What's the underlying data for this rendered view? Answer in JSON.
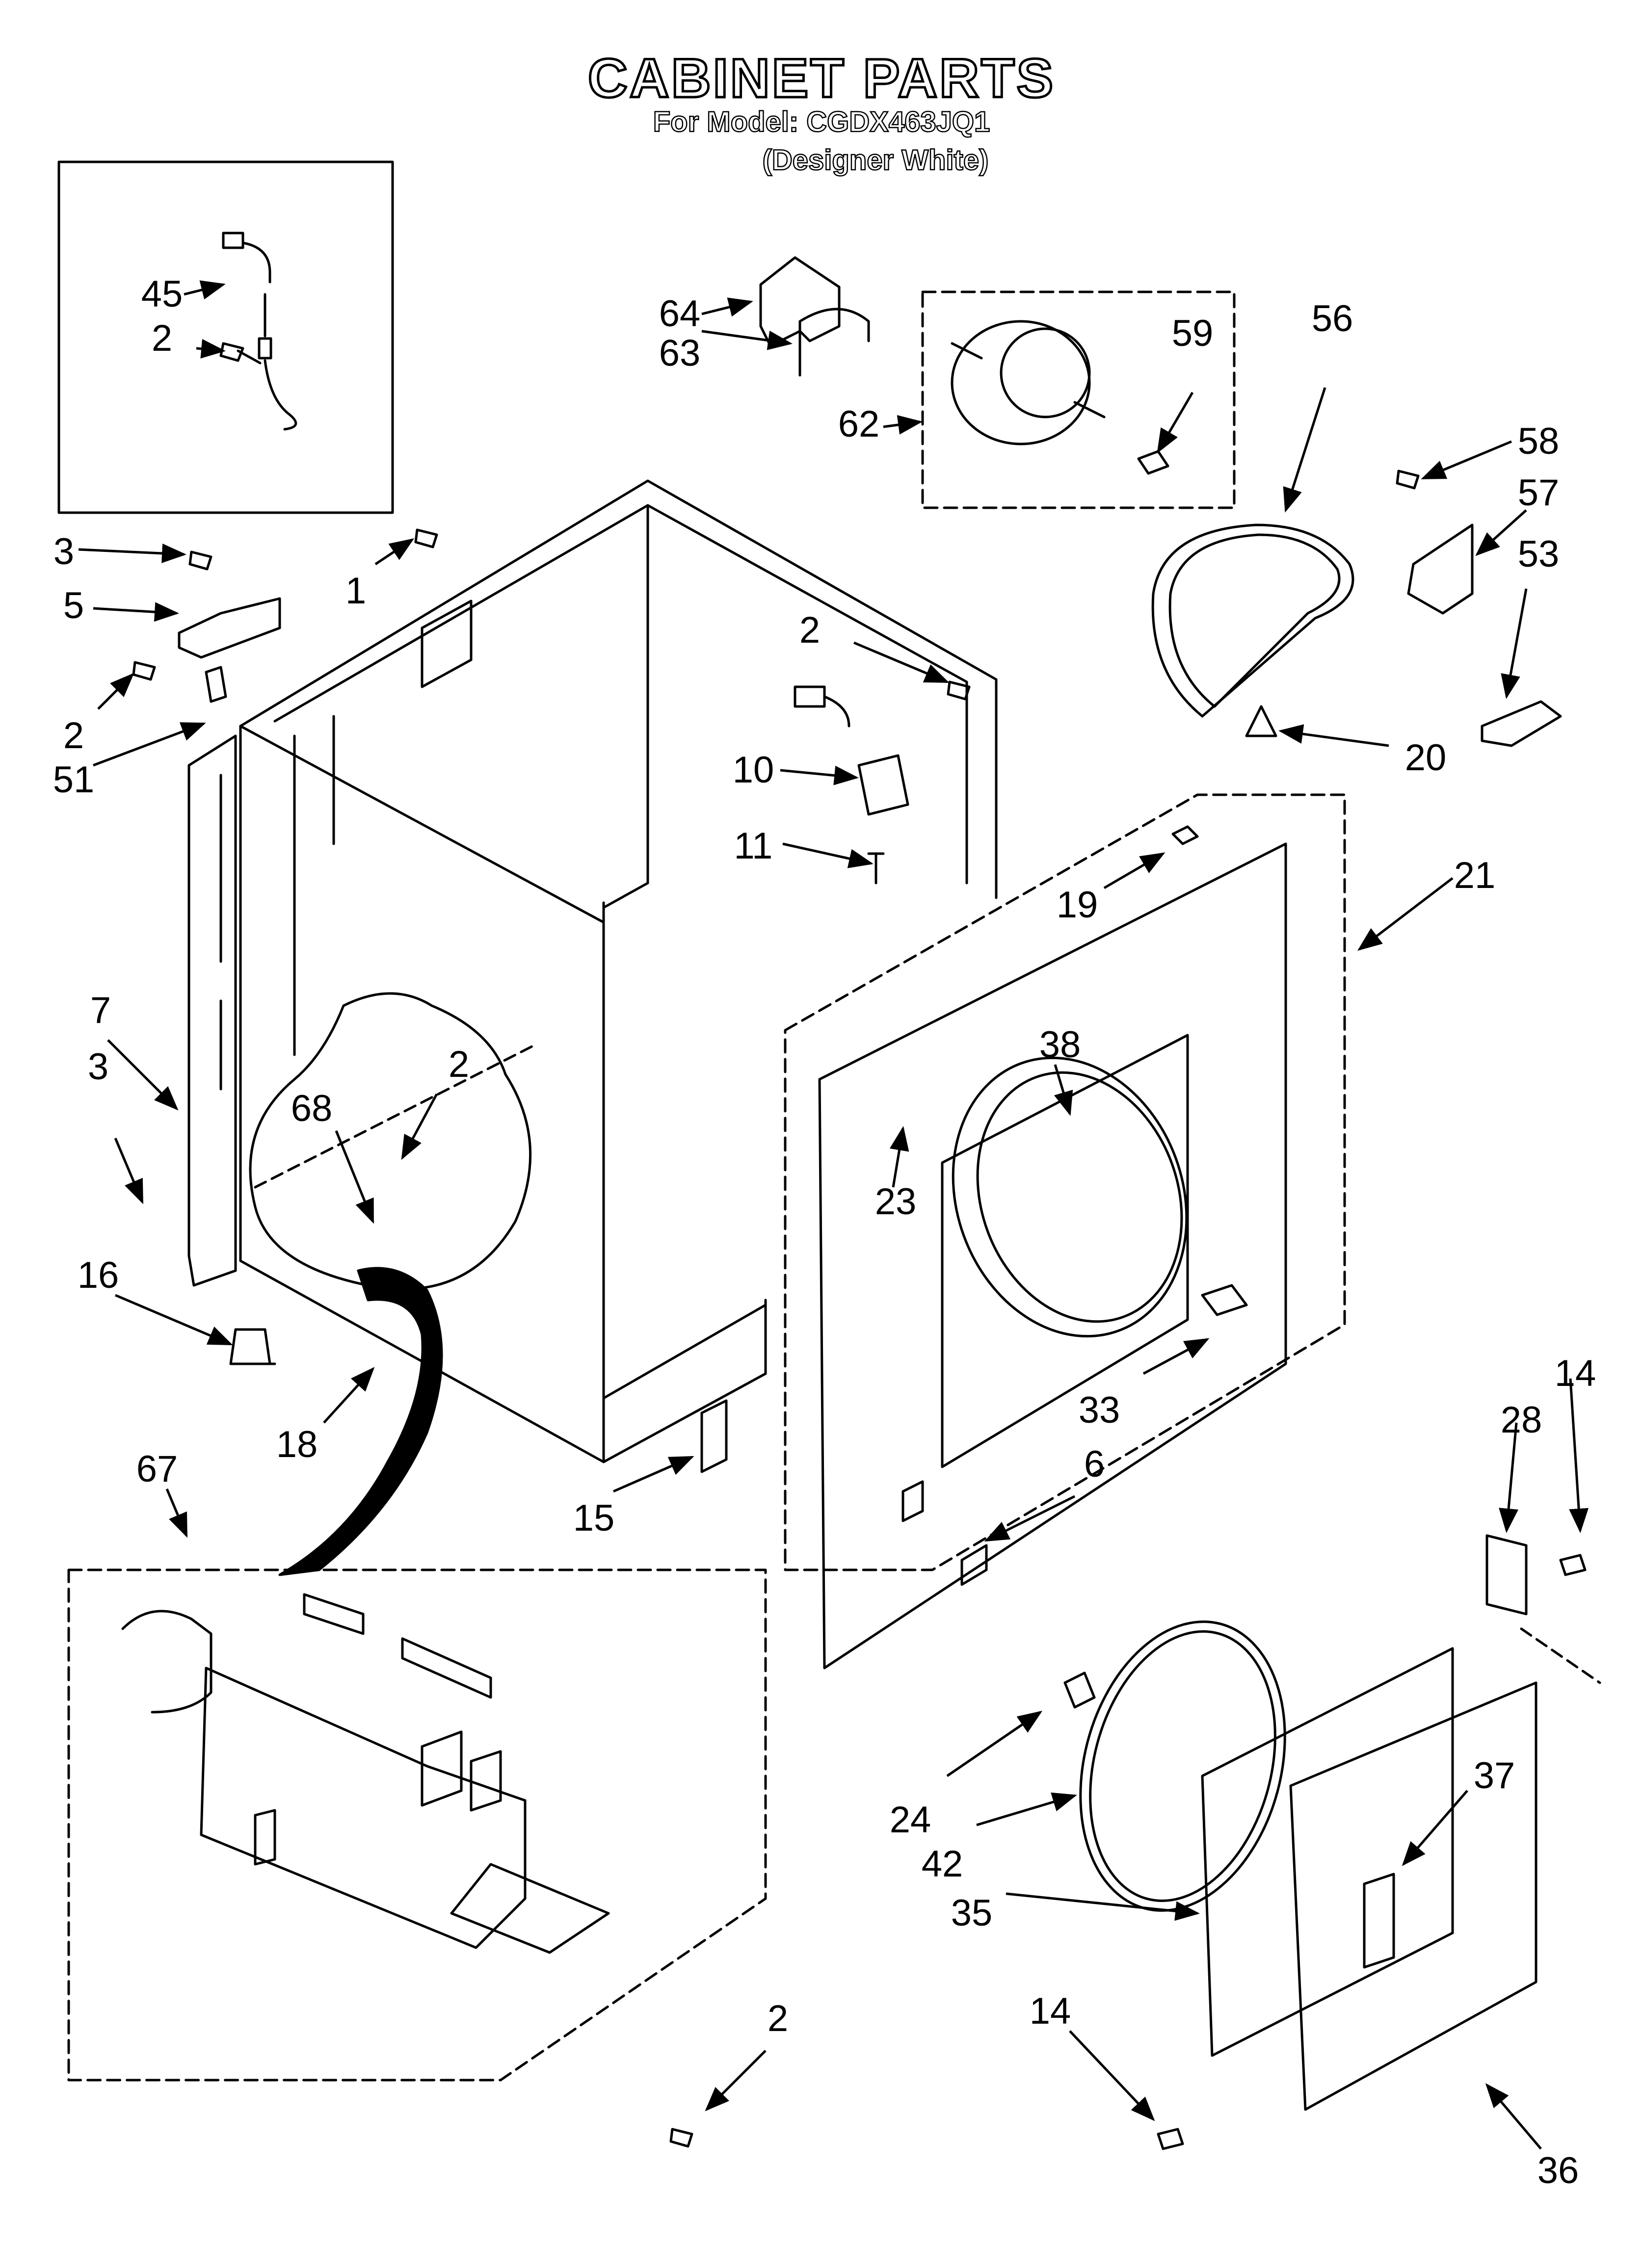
{
  "header": {
    "title": "CABINET PARTS",
    "model": "For Model: CGDX463JQ1",
    "variant": "(Designer White)"
  },
  "callouts": {
    "c45": "45",
    "c2_inset": "2",
    "c64": "64",
    "c63": "63",
    "c62": "62",
    "c59": "59",
    "c56": "56",
    "c58": "58",
    "c57": "57",
    "c53": "53",
    "c3_top": "3",
    "c1": "1",
    "c5": "5",
    "c2_left": "2",
    "c51": "51",
    "c2_mid": "2",
    "c10": "10",
    "c11": "11",
    "c20": "20",
    "c19": "19",
    "c21": "21",
    "c7": "7",
    "c3_bottom": "3",
    "c2_panel": "2",
    "c68": "68",
    "c38": "38",
    "c23": "23",
    "c33": "33",
    "c16": "16",
    "c18": "18",
    "c15": "15",
    "c6": "6",
    "c67": "67",
    "c28": "28",
    "c14_top": "14",
    "c24": "24",
    "c42": "42",
    "c35": "35",
    "c37": "37",
    "c2_bottom": "2",
    "c14_bottom": "14",
    "c36": "36"
  }
}
